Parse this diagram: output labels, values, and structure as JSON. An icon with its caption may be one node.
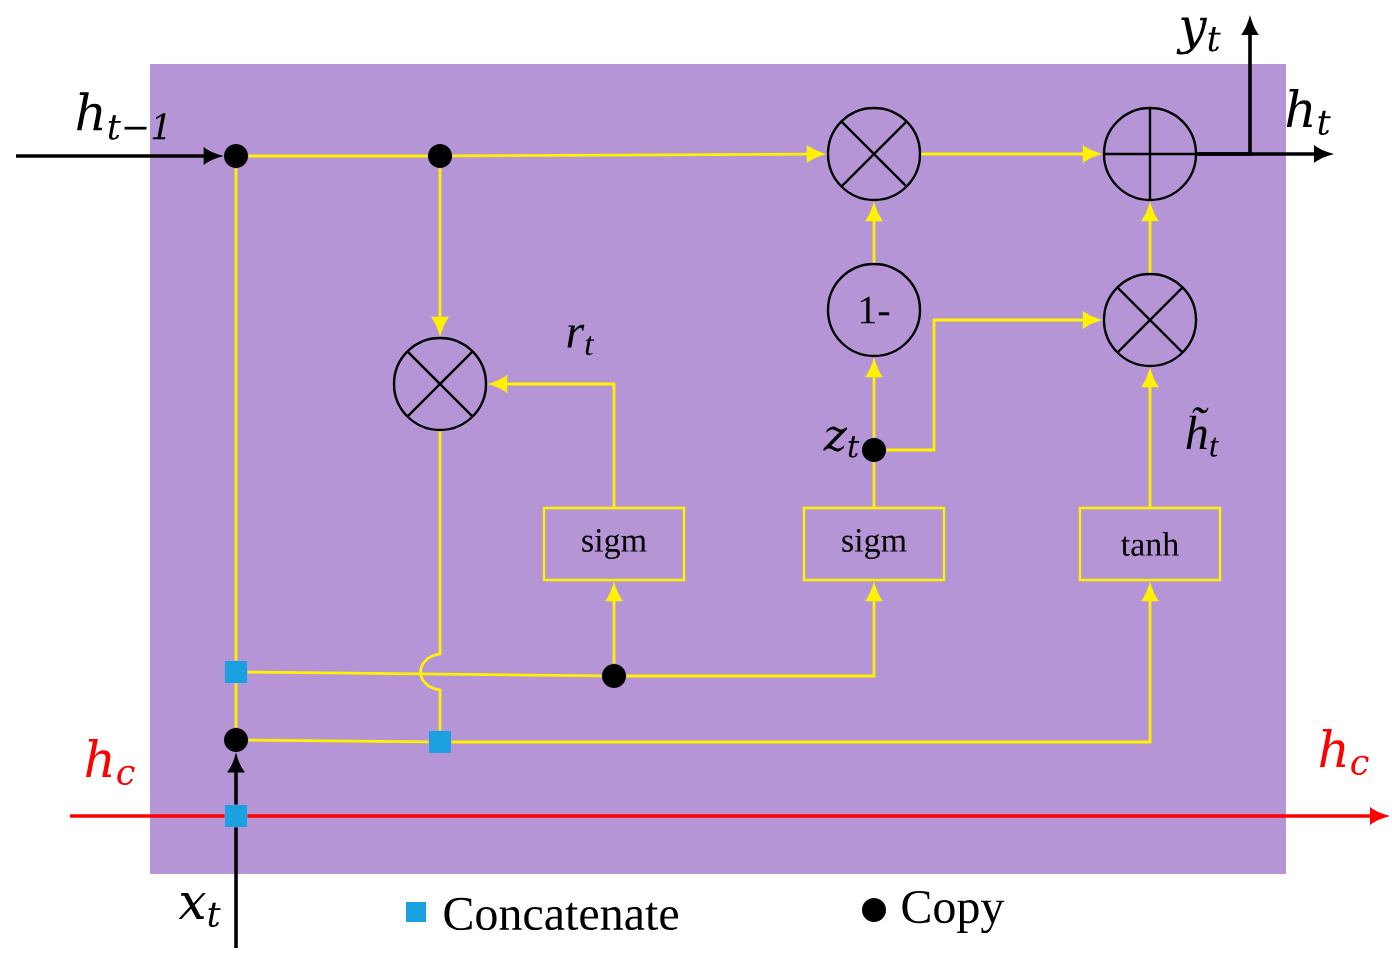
{
  "diagram": {
    "nodes": [
      {
        "text": [],
        "shape": "circle"
      },
      {
        "text": [],
        "shape": "circle"
      },
      {
        "text": [],
        "shape": "circle"
      },
      {
        "text": [],
        "shape": "circle"
      },
      {
        "text": [],
        "shape": "circle"
      },
      {
        "text": [
          "1-"
        ]
      },
      {
        "text": [],
        "shape": "circle"
      },
      {
        "text": [
          "sigm"
        ]
      },
      {
        "text": [
          "sigm"
        ]
      },
      {
        "text": [
          "tanh"
        ]
      },
      {
        "text": [],
        "shape": "circle",
        "beside": [
          "z$_{t}$"
        ]
      },
      {
        "text": [],
        "shape": "circle"
      },
      {
        "text": [],
        "shape": "box"
      },
      {
        "text": [],
        "shape": "circle"
      },
      {
        "text": [],
        "shape": "box"
      },
      {
        "text": [],
        "shape": "box"
      },
      {
        "text": [
          "y$_{t}$"
        ]
      },
      {
        "text": [
          "h$_{t}$"
        ]
      }
    ],
    "edges": [
      {
        "from": null,
        "to": 0,
        "arrow": "to",
        "color": "#000000"
      },
      {
        "from": 0,
        "to": 1,
        "arrow": "none"
      },
      {
        "from": 1,
        "to": 3,
        "arrow": "to"
      },
      {
        "from": 1,
        "to": 2,
        "arrow": "to"
      },
      {
        "from": 2,
        "to": 14,
        "arrow": "none"
      },
      {
        "from": 0,
        "to": 12,
        "arrow": "none"
      },
      {
        "from": 12,
        "to": 11,
        "arrow": "none"
      },
      {
        "from": 11,
        "to": 7,
        "arrow": "to"
      },
      {
        "from": 11,
        "to": 8,
        "arrow": "to"
      },
      {
        "from": 7,
        "to": 2,
        "arrow": "to",
        "label": "r$_{t}$"
      },
      {
        "from": 8,
        "to": 10,
        "arrow": "none"
      },
      {
        "from": 10,
        "to": 5,
        "arrow": "to"
      },
      {
        "from": 10,
        "to": 6,
        "arrow": "to"
      },
      {
        "from": 5,
        "to": 3,
        "arrow": "to"
      },
      {
        "from": 3,
        "to": 4,
        "arrow": "to"
      },
      {
        "from": 6,
        "to": 4,
        "arrow": "to"
      },
      {
        "from": 9,
        "to": 6,
        "arrow": "to",
        "label": "h̃$_{t}$"
      },
      {
        "from": 13,
        "to": 12,
        "arrow": "none"
      },
      {
        "from": 13,
        "to": 14,
        "arrow": "none"
      },
      {
        "from": 14,
        "to": 9,
        "arrow": "to"
      },
      {
        "from": 15,
        "to": 13,
        "arrow": "to",
        "color": "#000000"
      },
      {
        "from": null,
        "to": 15,
        "arrow": "none",
        "color": "#000000"
      },
      {
        "from": null,
        "to": 15,
        "arrow": "none",
        "color": "#ff0000"
      },
      {
        "from": 15,
        "to": null,
        "arrow": "to",
        "color": "#ff0000"
      },
      {
        "from": 4,
        "to": 17,
        "arrow": "to",
        "color": "#000000"
      },
      {
        "from": 4,
        "to": 16,
        "arrow": "to",
        "color": "#000000"
      }
    ],
    "labels": [
      "h$_{t−1}$",
      "h$_{c}$",
      "h$_{c}$",
      "x$_{t}$"
    ],
    "legend": [
      {
        "text": "Concatenate",
        "color": "#1ba1e2"
      },
      {
        "text": "Copy"
      }
    ]
  }
}
